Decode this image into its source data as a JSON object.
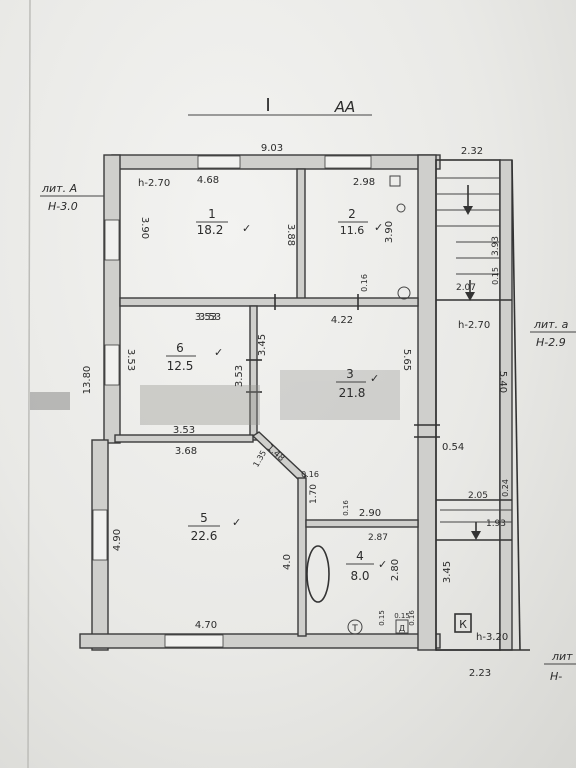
{
  "header": {
    "floor_number": "I",
    "letter": "АА"
  },
  "outer_dimensions": {
    "top": "9.03",
    "left": "13.80",
    "top_right": "2.32",
    "bottom_right": "2.23"
  },
  "rooms": [
    {
      "number": "1",
      "area": "18.2",
      "check": "✓",
      "height": "h-2.70",
      "dims": [
        "4.68",
        "3.90",
        "3.88",
        "3.53"
      ]
    },
    {
      "number": "2",
      "area": "11.6",
      "check": "✓",
      "dims": [
        "2.98",
        "3.90",
        "0.16"
      ]
    },
    {
      "number": "3",
      "area": "21.8",
      "check": "✓",
      "dims": [
        "4.22",
        "5.65",
        "3.45",
        "0.54"
      ]
    },
    {
      "number": "4",
      "area": "8.0",
      "check": "✓",
      "dims": [
        "2.90",
        "2.87",
        "2.80",
        "0.15",
        "0.16",
        "0.15",
        "0.16"
      ]
    },
    {
      "number": "5",
      "area": "22.6",
      "check": "✓",
      "dims": [
        "3.68",
        "4.90",
        "4.70",
        "4.0",
        "1.70",
        "1.48",
        "1.35",
        "0.16"
      ]
    },
    {
      "number": "6",
      "area": "12.5",
      "check": "✓",
      "dims": [
        "3.53",
        "3.53",
        "3.53",
        "3.53"
      ]
    }
  ],
  "annex_labels": [
    {
      "line1": "лит. А",
      "line2": "Н-3.0"
    },
    {
      "line1": "лит. а",
      "line2": "Н-2.9"
    },
    {
      "line1": "лит",
      "line2": "Н-"
    }
  ],
  "stair_dims": [
    "3.93",
    "0.15",
    "2.07",
    "h-2.70",
    "5.40",
    "2.05",
    "0.24",
    "1.93",
    "3.45",
    "h-3.20"
  ],
  "symbols": {
    "boiler": "К",
    "toilet": "Т",
    "sink": "Д"
  }
}
